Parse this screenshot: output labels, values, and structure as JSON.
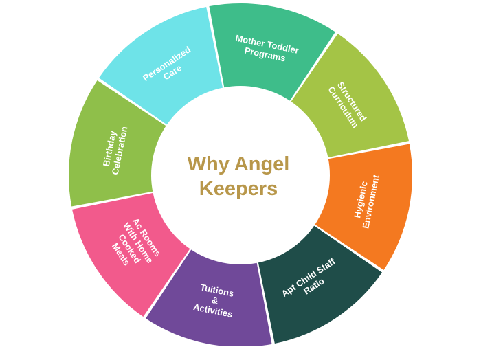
{
  "center": {
    "line1": "Why Angel",
    "line2": "Keepers"
  },
  "colors": {
    "center_text": "#b8974a",
    "background": "#ffffff",
    "segment_text": "#ffffff"
  },
  "segments": [
    {
      "lines": [
        "Mother Toddler",
        "Programs"
      ],
      "color": "#3ebd8a"
    },
    {
      "lines": [
        "Structured",
        "Curriculum"
      ],
      "color": "#a4c446"
    },
    {
      "lines": [
        "Hygienic",
        "Environment"
      ],
      "color": "#f47920"
    },
    {
      "lines": [
        "Apt Child Staff",
        "Ratio"
      ],
      "color": "#1f4d49"
    },
    {
      "lines": [
        "Tuitions",
        "&",
        "Activities"
      ],
      "color": "#704999"
    },
    {
      "lines": [
        "Ac Rooms",
        "With Home",
        "Cooked",
        "Meals"
      ],
      "color": "#f25a8c"
    },
    {
      "lines": [
        "Birthday",
        "Celebration"
      ],
      "color": "#8fbf4a"
    },
    {
      "lines": [
        "Personalized",
        "Care"
      ],
      "color": "#6ee3e8"
    }
  ]
}
